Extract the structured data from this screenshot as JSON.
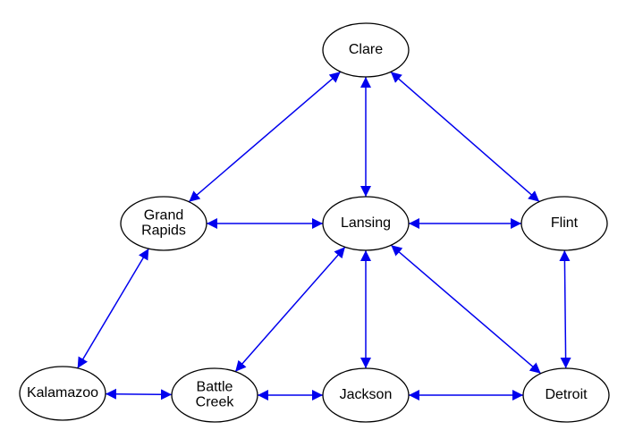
{
  "diagram": {
    "edge_color": "#0000ee",
    "node_stroke": "#000000",
    "nodes": [
      {
        "id": "clare",
        "lines": [
          "Clare"
        ]
      },
      {
        "id": "grand_rapids",
        "lines": [
          "Grand",
          "Rapids"
        ]
      },
      {
        "id": "lansing",
        "lines": [
          "Lansing"
        ]
      },
      {
        "id": "flint",
        "lines": [
          "Flint"
        ]
      },
      {
        "id": "kalamazoo",
        "lines": [
          "Kalamazoo"
        ]
      },
      {
        "id": "battle_creek",
        "lines": [
          "Battle",
          "Creek"
        ]
      },
      {
        "id": "jackson",
        "lines": [
          "Jackson"
        ]
      },
      {
        "id": "detroit",
        "lines": [
          "Detroit"
        ]
      }
    ],
    "edges": [
      {
        "from": "clare",
        "to": "grand_rapids",
        "direction": "both"
      },
      {
        "from": "clare",
        "to": "lansing",
        "direction": "both"
      },
      {
        "from": "clare",
        "to": "flint",
        "direction": "both"
      },
      {
        "from": "grand_rapids",
        "to": "lansing",
        "direction": "both"
      },
      {
        "from": "lansing",
        "to": "flint",
        "direction": "both"
      },
      {
        "from": "grand_rapids",
        "to": "kalamazoo",
        "direction": "both"
      },
      {
        "from": "lansing",
        "to": "battle_creek",
        "direction": "both"
      },
      {
        "from": "lansing",
        "to": "jackson",
        "direction": "both"
      },
      {
        "from": "lansing",
        "to": "detroit",
        "direction": "both"
      },
      {
        "from": "flint",
        "to": "detroit",
        "direction": "both"
      },
      {
        "from": "kalamazoo",
        "to": "battle_creek",
        "direction": "both"
      },
      {
        "from": "battle_creek",
        "to": "jackson",
        "direction": "both"
      },
      {
        "from": "jackson",
        "to": "detroit",
        "direction": "both"
      }
    ]
  }
}
